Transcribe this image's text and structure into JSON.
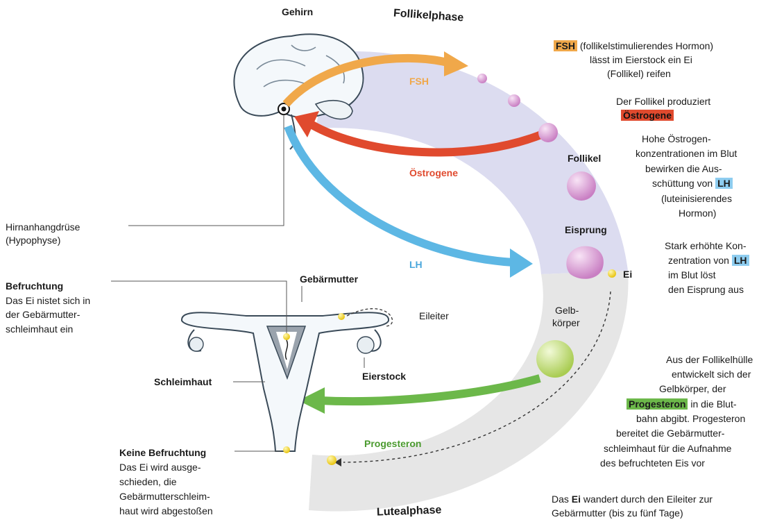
{
  "phases": {
    "follicular": "Follikelphase",
    "luteal": "Lutealphase"
  },
  "arrows": {
    "fsh": "FSH",
    "estrogen": "Östrogene",
    "lh": "LH",
    "progesterone": "Progesteron"
  },
  "colors": {
    "fsh": "#f0a84a",
    "estrogen": "#e04a2e",
    "lh": "#5db7e4",
    "progesterone": "#6cb84a",
    "ring_top": "#dcdcf0",
    "ring_bottom": "#e6e6e6",
    "follicle": "#d89ad2",
    "corpus_luteum": "#c8e07a",
    "egg": "#f2d21a"
  },
  "brain": {
    "label": "Gehirn",
    "pituitary_label": "Hirnanhangdrüse",
    "pituitary_sub": "(Hypophyse)"
  },
  "uterus": {
    "label": "Gebärmutter",
    "oviduct": "Eileiter",
    "ovary": "Eierstock",
    "lining": "Schleimhaut"
  },
  "ring_labels": {
    "follicle": "Follikel",
    "ovulation": "Eisprung",
    "egg": "Ei",
    "corpus_luteum_1": "Gelb-",
    "corpus_luteum_2": "körper"
  },
  "notes": {
    "fsh": {
      "tag": "FSH",
      "l1": " (follikelstimulierendes Hormon)",
      "l2": "lässt im Eierstock ein Ei",
      "l3": "(Follikel) reifen"
    },
    "estrogen": {
      "l1": "Der Follikel produziert",
      "tag": "Östrogene"
    },
    "high_estrogen": {
      "l1": "Hohe Östrogen-",
      "l2": "konzentrationen im Blut",
      "l3": "bewirken die Aus-",
      "l4a": "schüttung von ",
      "tag": "LH",
      "l5": "(luteinisierendes",
      "l6": "Hormon)"
    },
    "lh": {
      "l1": "Stark erhöhte Kon-",
      "l2a": "zentration von ",
      "tag": "LH",
      "l3": "im Blut löst",
      "l4": "den Eisprung aus"
    },
    "progesterone": {
      "l1": "Aus der Follikelhülle",
      "l2": "entwickelt sich der",
      "l3": "Gelbkörper, der",
      "tag": "Progesteron",
      "l4b": " in die Blut-",
      "l5": "bahn abgibt. Progesteron",
      "l6": "bereitet die Gebärmutter-",
      "l7": "schleimhaut für die Aufnahme",
      "l8": "des befruchteten Eis vor"
    },
    "migration": {
      "l1a": "Das ",
      "egg": "Ei",
      "l1b": " wandert durch den Eileiter zur",
      "l2": "Gebärmutter (bis zu fünf Tage)"
    },
    "fertilization": {
      "title": "Befruchtung",
      "l1": "Das Ei nistet sich in",
      "l2": "der Gebärmutter-",
      "l3": "schleimhaut ein"
    },
    "no_fertilization": {
      "title": "Keine Befruchtung",
      "l1": "Das Ei wird ausge-",
      "l2": "schieden, die",
      "l3": "Gebärmutterschleim-",
      "l4": "haut wird abgestoßen"
    }
  }
}
